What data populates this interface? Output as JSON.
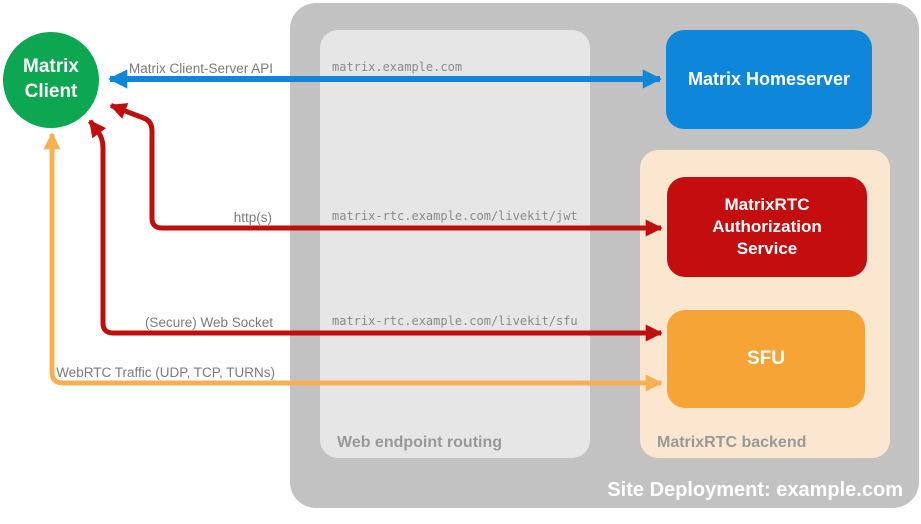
{
  "deployment": {
    "label": "Site Deployment: example.com"
  },
  "client": {
    "label": "Matrix Client"
  },
  "routing": {
    "label": "Web endpoint routing",
    "endpoints": [
      "matrix.example.com",
      "matrix-rtc.example.com/livekit/jwt",
      "matrix-rtc.example.com/livekit/sfu"
    ]
  },
  "backend": {
    "label": "MatrixRTC backend"
  },
  "nodes": {
    "homeserver": {
      "label": "Matrix Homeserver"
    },
    "auth_service": {
      "label": "MatrixRTC Authorization Service"
    },
    "sfu": {
      "label": "SFU"
    }
  },
  "arrows": {
    "client_server_api": {
      "label": "Matrix Client-Server API"
    },
    "https": {
      "label": "http(s)"
    },
    "websocket": {
      "label": "(Secure) Web Socket"
    },
    "webrtc": {
      "label": "WebRTC Traffic (UDP, TCP, TURNs)"
    }
  },
  "colors": {
    "client_green": "#0CA750",
    "homeserver_blue": "#0E87DB",
    "auth_red": "#C40D0F",
    "sfu_orange": "#F5A435",
    "arrow_red": "#C00D0D",
    "arrow_orange": "#F9B052",
    "backend_peach": "#FBE7CF",
    "outer_gray": "#C2C2C2",
    "routing_gray": "#E6E6E6",
    "label_gray": "#999999",
    "url_gray": "#8A8A8A",
    "arrow_label_gray": "#7B7B7B"
  }
}
